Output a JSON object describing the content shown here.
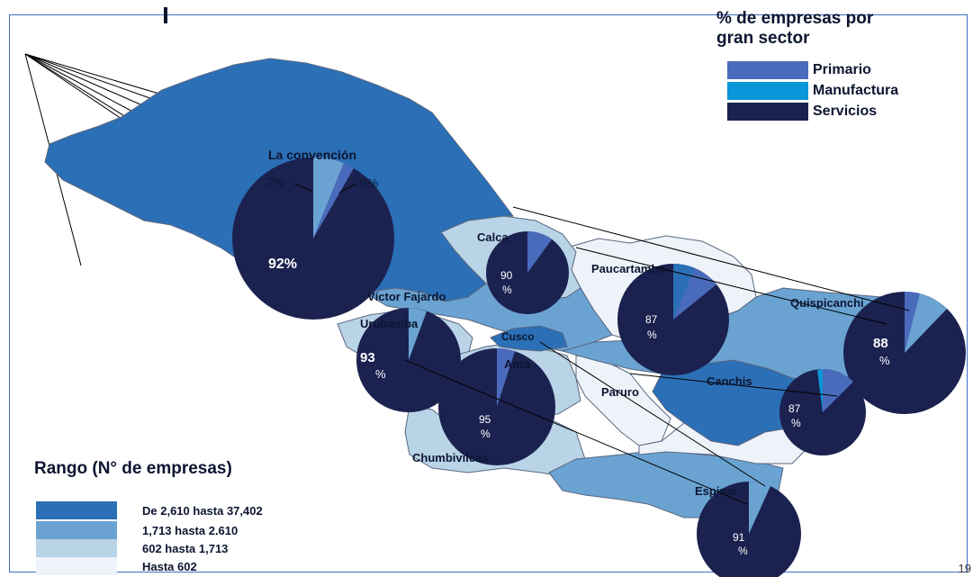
{
  "colors": {
    "range_1": "#2b6fb6",
    "range_2": "#6aa3d2",
    "range_3": "#b9d3e7",
    "range_4": "#eef3fa",
    "primario": "#4a6bbb",
    "manufactura": "#0a96d8",
    "servicios": "#1b2250",
    "border": "#5a6780"
  },
  "sector_legend": {
    "title_line1": "% de empresas por",
    "title_line2": "gran sector",
    "items": [
      {
        "label": "Primario",
        "color": "#4a6bbb"
      },
      {
        "label": "Manufactura",
        "color": "#0a96d8"
      },
      {
        "label": "Servicios",
        "color": "#1b2250"
      }
    ]
  },
  "range_legend": {
    "title": "Rango (N° de empresas)",
    "items": [
      {
        "label": "De 2,610 hasta 37,402",
        "color": "#2b6fb6"
      },
      {
        "label": "1,713 hasta 2.610",
        "color": "#6aa3d2"
      },
      {
        "label": "602 hasta 1,713",
        "color": "#b9d3e7"
      },
      {
        "label": "Hasta 602",
        "color": "#eef3fa"
      }
    ]
  },
  "provinces": {
    "la_convencion": "La convención",
    "calca": "Calca",
    "paucartambo": "Paucartambo",
    "quispicanchi": "Quispicanchi",
    "victor_fajardo": "Víctor Fajardo",
    "urubamba": "Urubamba",
    "cusco": "Cusco",
    "anta": "Anta",
    "paruro": "Paruro",
    "canchis": "Canchis",
    "chumbivilcas": "Chumbivilcas",
    "espinar": "Espinar"
  },
  "pies": {
    "la_convencion": {
      "primario": 2,
      "manufactura": 6,
      "servicios": 92,
      "label_primario": "2%",
      "label_manufactura": "6%",
      "label_servicios": "92%"
    },
    "calca": {
      "servicios": 90,
      "label_a": "90",
      "label_b": "%"
    },
    "paucartambo": {
      "servicios": 87,
      "label_a": "87",
      "label_b": "%"
    },
    "quispicanchi": {
      "servicios": 88,
      "label_a": "88",
      "label_b": "%"
    },
    "urubamba": {
      "servicios": 93,
      "label_a": "93",
      "label_b": "%"
    },
    "anta": {
      "servicios": 95,
      "label_a": "95",
      "label_b": "%"
    },
    "canchis": {
      "servicios": 87,
      "label_a": "87",
      "label_b": "%"
    },
    "espinar": {
      "servicios": 91,
      "label_a": "91",
      "label_b": "%"
    }
  },
  "page_number": "19"
}
